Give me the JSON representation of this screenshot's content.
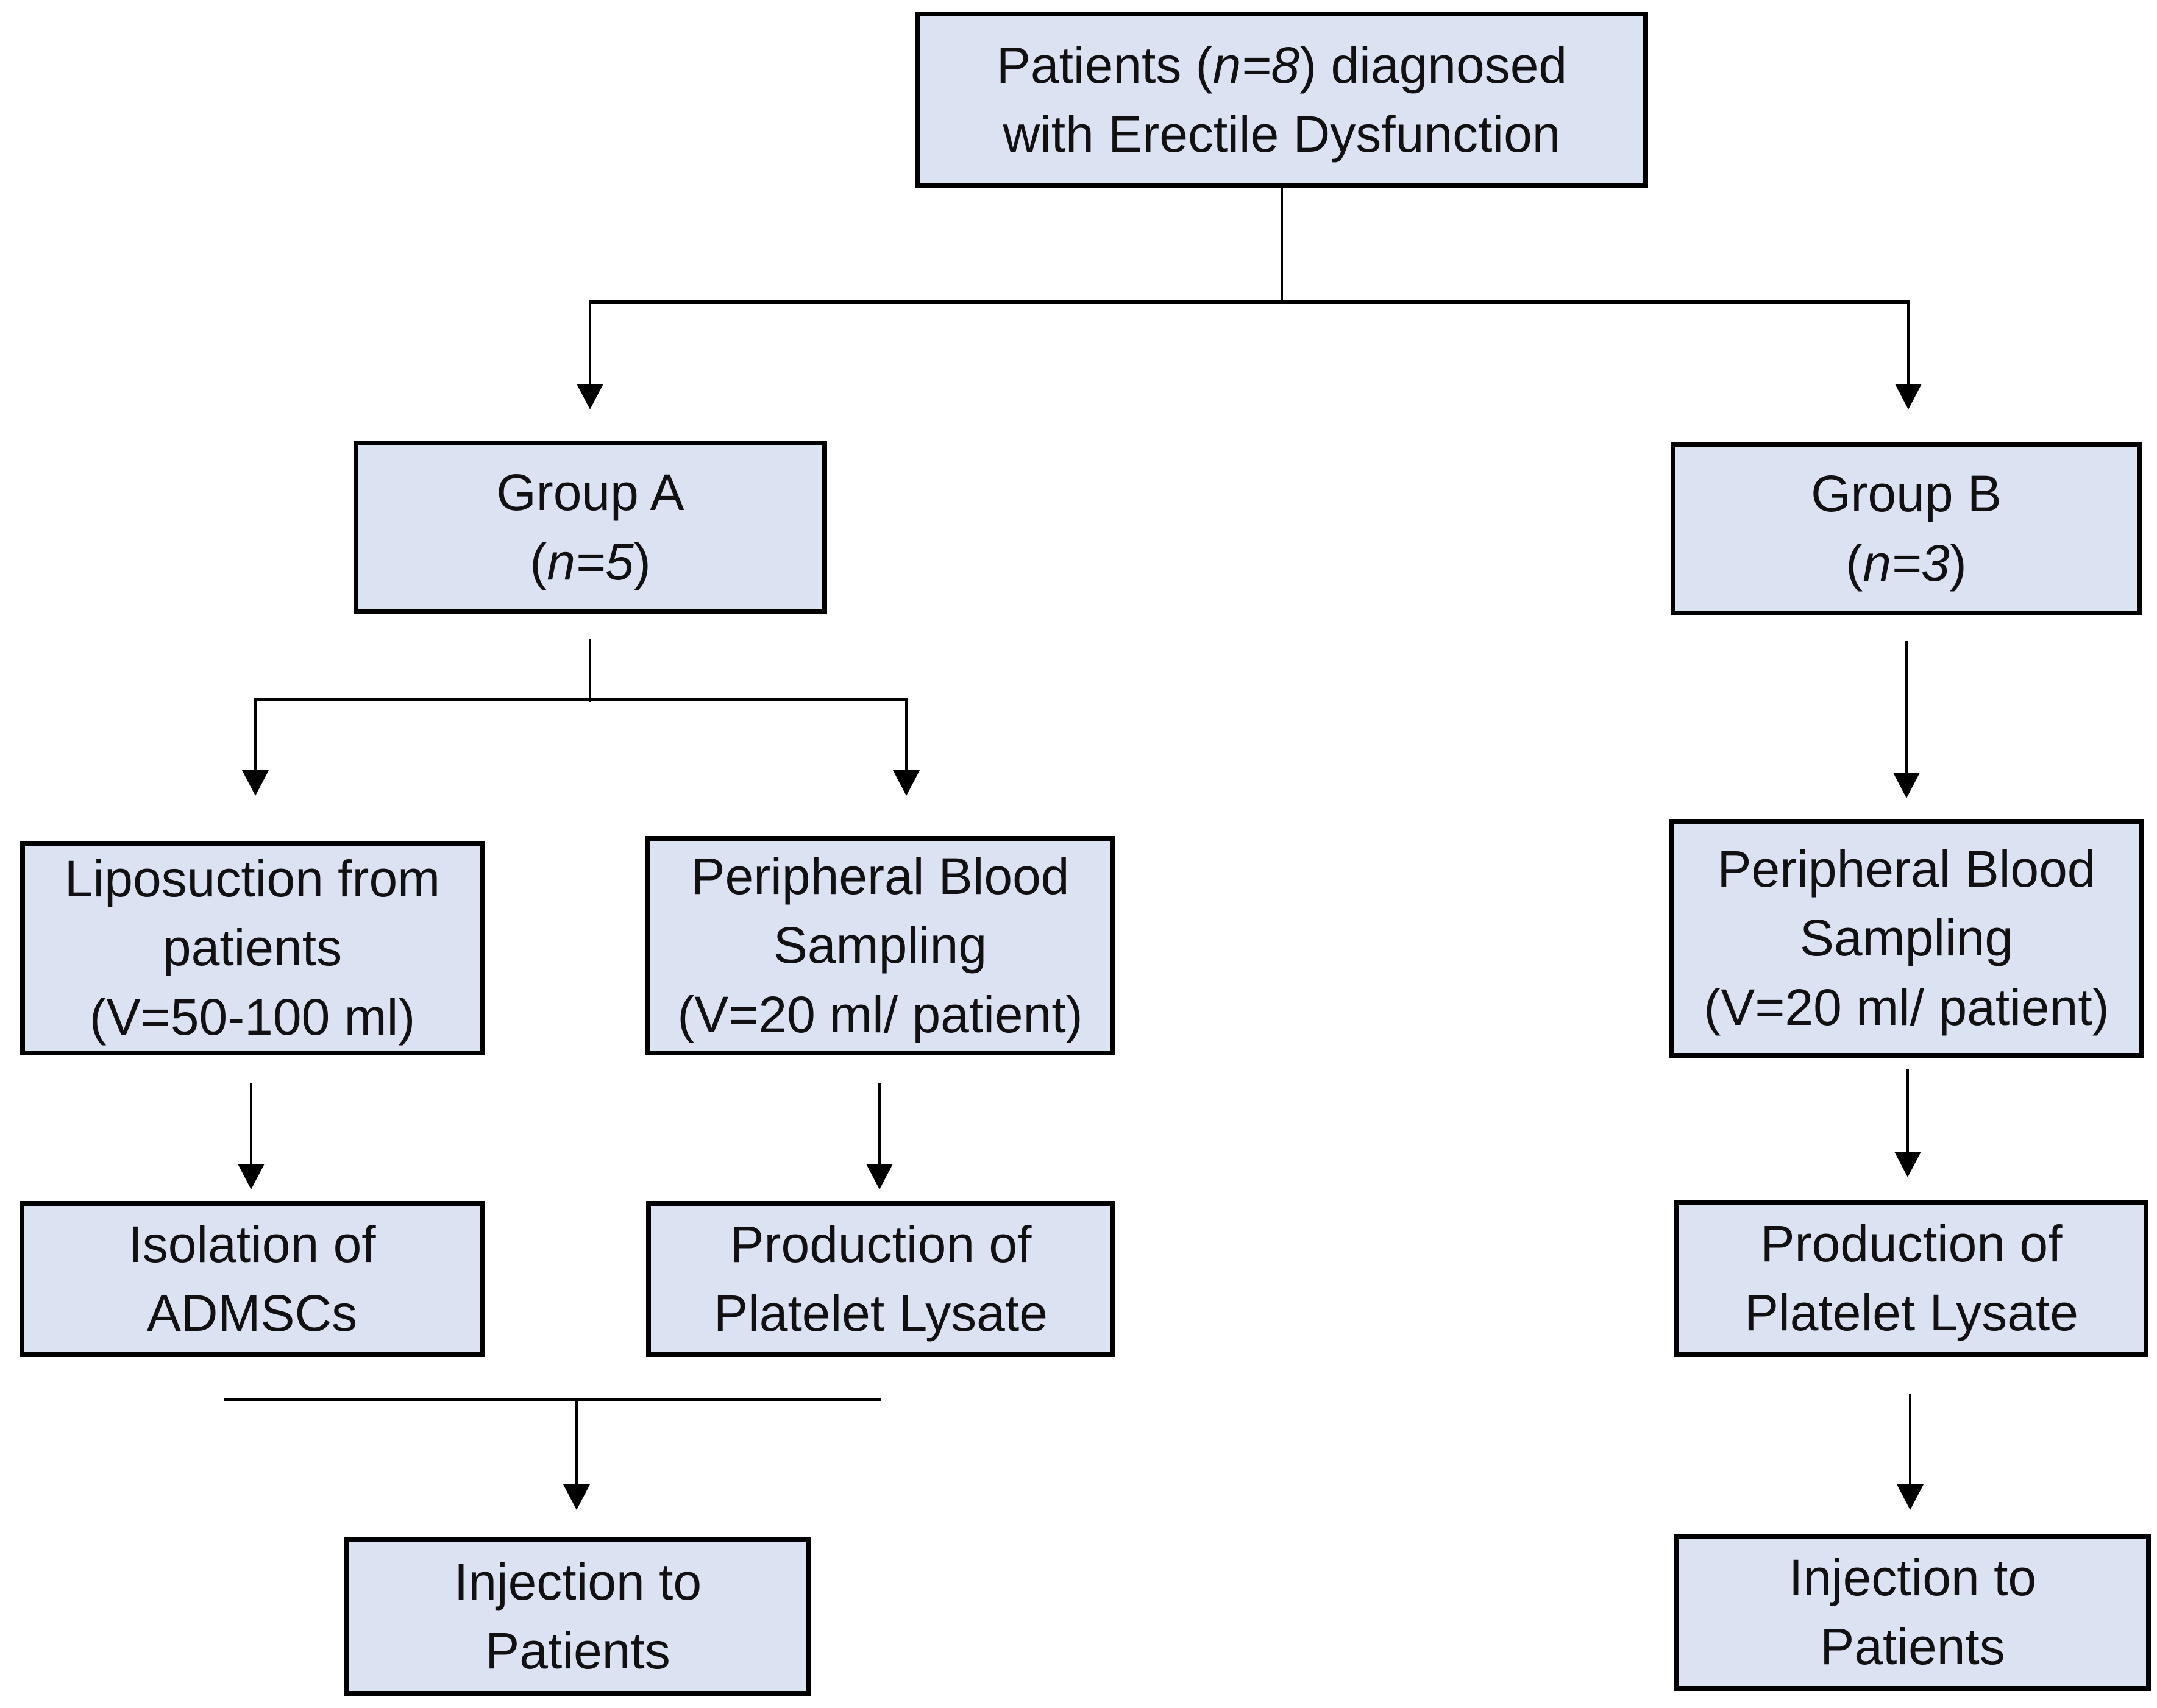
{
  "diagram": {
    "title_box": {
      "line1_prefix": "Patients (",
      "line1_italic": "n=8",
      "line1_suffix": ") diagnosed",
      "line2": "with Erectile Dysfunction"
    },
    "group_a": {
      "line1": "Group A",
      "line2_prefix": "(",
      "line2_italic": "n=5",
      "line2_suffix": ")"
    },
    "group_b": {
      "line1": "Group B",
      "line2_prefix": "(",
      "line2_italic": "n=3",
      "line2_suffix": ")"
    },
    "liposuction": {
      "line1": "Liposuction from",
      "line2": "patients",
      "line3": "(V=50-100 ml)"
    },
    "peripheral_a": {
      "line1": "Peripheral Blood",
      "line2": "Sampling",
      "line3": "(V=20 ml/ patient)"
    },
    "peripheral_b": {
      "line1": "Peripheral Blood",
      "line2": "Sampling",
      "line3": "(V=20 ml/ patient)"
    },
    "isolation": {
      "line1": "Isolation of",
      "line2": "ADMSCs"
    },
    "production_a": {
      "line1": "Production of",
      "line2": "Platelet Lysate"
    },
    "production_b": {
      "line1": "Production of",
      "line2": "Platelet Lysate"
    },
    "injection_a": {
      "line1": "Injection to",
      "line2": "Patients"
    },
    "injection_b": {
      "line1": "Injection to",
      "line2": "Patients"
    },
    "colors": {
      "box_fill": "#dbe3f3",
      "box_border": "#000000",
      "line": "#000000",
      "text": "#111111"
    }
  }
}
